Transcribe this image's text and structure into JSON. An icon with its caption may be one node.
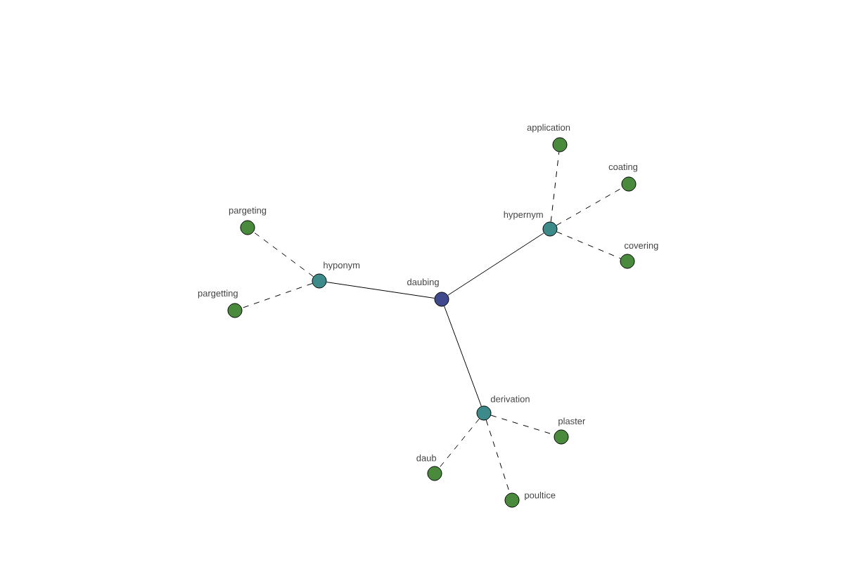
{
  "diagram": {
    "nodes": [
      {
        "text": [
          "daubing"
        ]
      },
      {
        "text": [
          "hyponym"
        ]
      },
      {
        "text": [
          "hypernym"
        ]
      },
      {
        "text": [
          "derivation"
        ]
      },
      {
        "text": [
          "pargeting"
        ]
      },
      {
        "text": [
          "pargetting"
        ]
      },
      {
        "text": [
          "application"
        ]
      },
      {
        "text": [
          "coating"
        ]
      },
      {
        "text": [
          "covering"
        ]
      },
      {
        "text": [
          "plaster"
        ]
      },
      {
        "text": [
          "daub"
        ]
      },
      {
        "text": [
          "poultice"
        ]
      }
    ],
    "edges": [
      {
        "from": 0,
        "to": 1,
        "arrow": "none"
      },
      {
        "from": 0,
        "to": 2,
        "arrow": "none"
      },
      {
        "from": 0,
        "to": 3,
        "arrow": "none"
      },
      {
        "from": 1,
        "to": 4,
        "arrow": "none",
        "style": "dashed"
      },
      {
        "from": 1,
        "to": 5,
        "arrow": "none",
        "style": "dashed"
      },
      {
        "from": 2,
        "to": 6,
        "arrow": "none",
        "style": "dashed"
      },
      {
        "from": 2,
        "to": 7,
        "arrow": "none",
        "style": "dashed"
      },
      {
        "from": 2,
        "to": 8,
        "arrow": "none",
        "style": "dashed"
      },
      {
        "from": 3,
        "to": 9,
        "arrow": "none",
        "style": "dashed"
      },
      {
        "from": 3,
        "to": 10,
        "arrow": "none",
        "style": "dashed"
      },
      {
        "from": 3,
        "to": 11,
        "arrow": "none",
        "style": "dashed"
      }
    ]
  }
}
